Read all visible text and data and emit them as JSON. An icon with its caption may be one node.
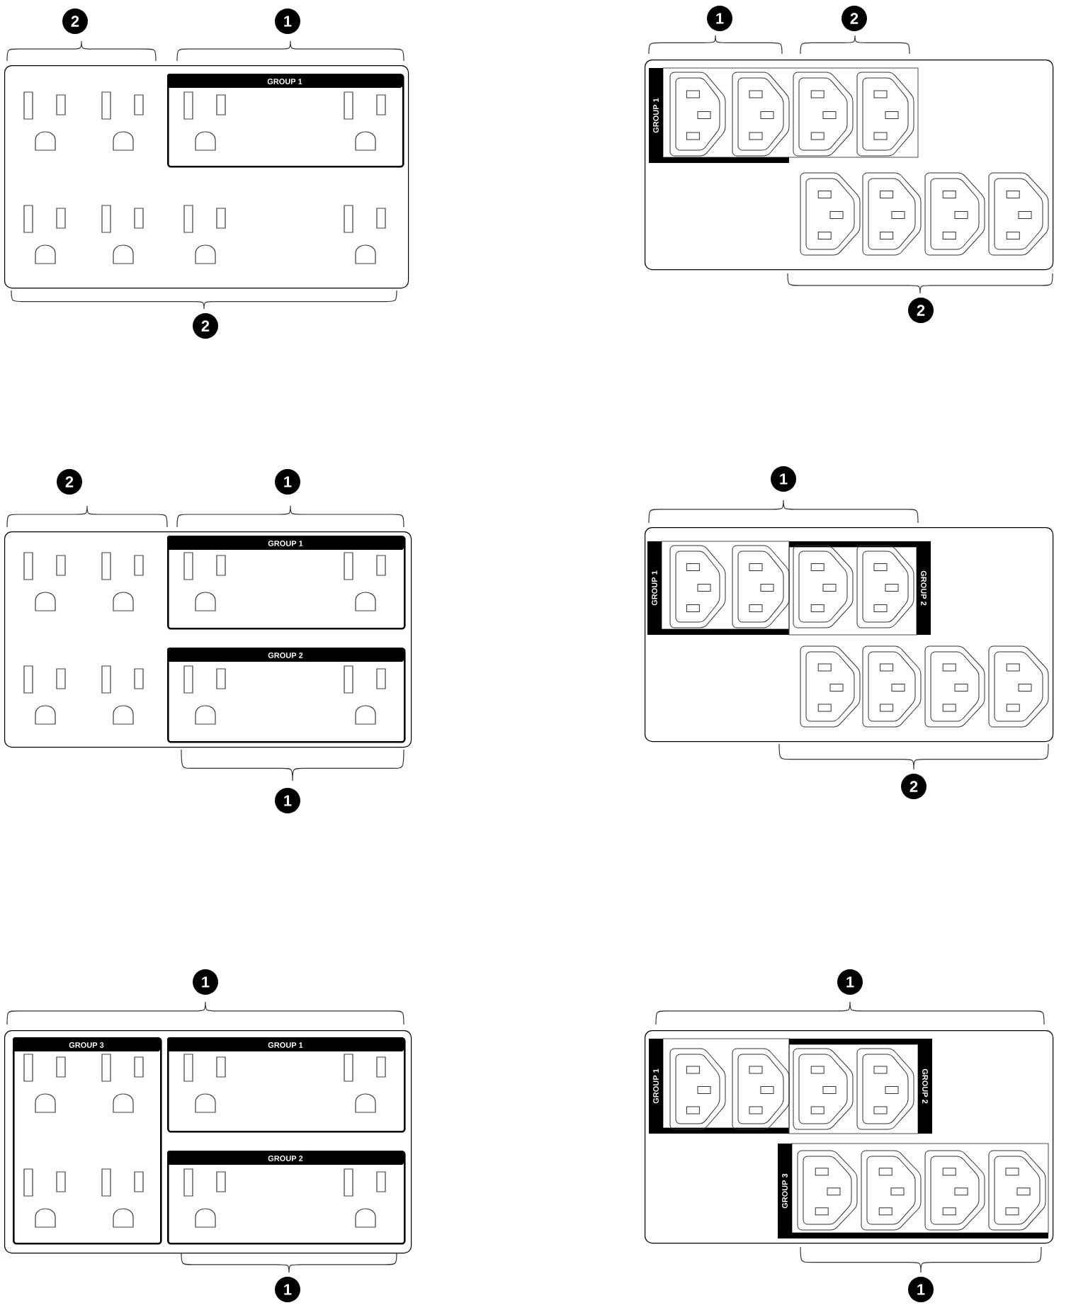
{
  "diagram": {
    "nodes": [
      {
        "text": [],
        "shape": "box"
      },
      {
        "text": [
          "GROUP 1"
        ],
        "in": 0
      },
      {
        "text": [],
        "shape": "box"
      },
      {
        "text": [
          "GROUP 1"
        ],
        "in": 2
      },
      {
        "text": [],
        "shape": "box"
      },
      {
        "text": [
          "GROUP 1"
        ],
        "in": 4
      },
      {
        "text": [
          "GROUP 2"
        ],
        "in": 4
      },
      {
        "text": [],
        "shape": "box"
      },
      {
        "text": [
          "GROUP 1"
        ],
        "in": 7
      },
      {
        "text": [
          "GROUP 2"
        ],
        "in": 7
      },
      {
        "text": [],
        "shape": "box"
      },
      {
        "text": [
          "GROUP 3"
        ],
        "in": 10
      },
      {
        "text": [
          "GROUP 1"
        ],
        "in": 10
      },
      {
        "text": [
          "GROUP 2"
        ],
        "in": 10
      },
      {
        "text": [],
        "shape": "box"
      },
      {
        "text": [
          "GROUP 1"
        ],
        "in": 14
      },
      {
        "text": [
          "GROUP 2"
        ],
        "in": 14
      },
      {
        "text": [
          "GROUP 3"
        ],
        "in": 14
      }
    ],
    "labels": [
      "2",
      "1",
      "1",
      "2",
      "2",
      "2",
      "2",
      "1",
      "1",
      "1",
      "2",
      "1",
      "1",
      "1",
      "1"
    ]
  }
}
